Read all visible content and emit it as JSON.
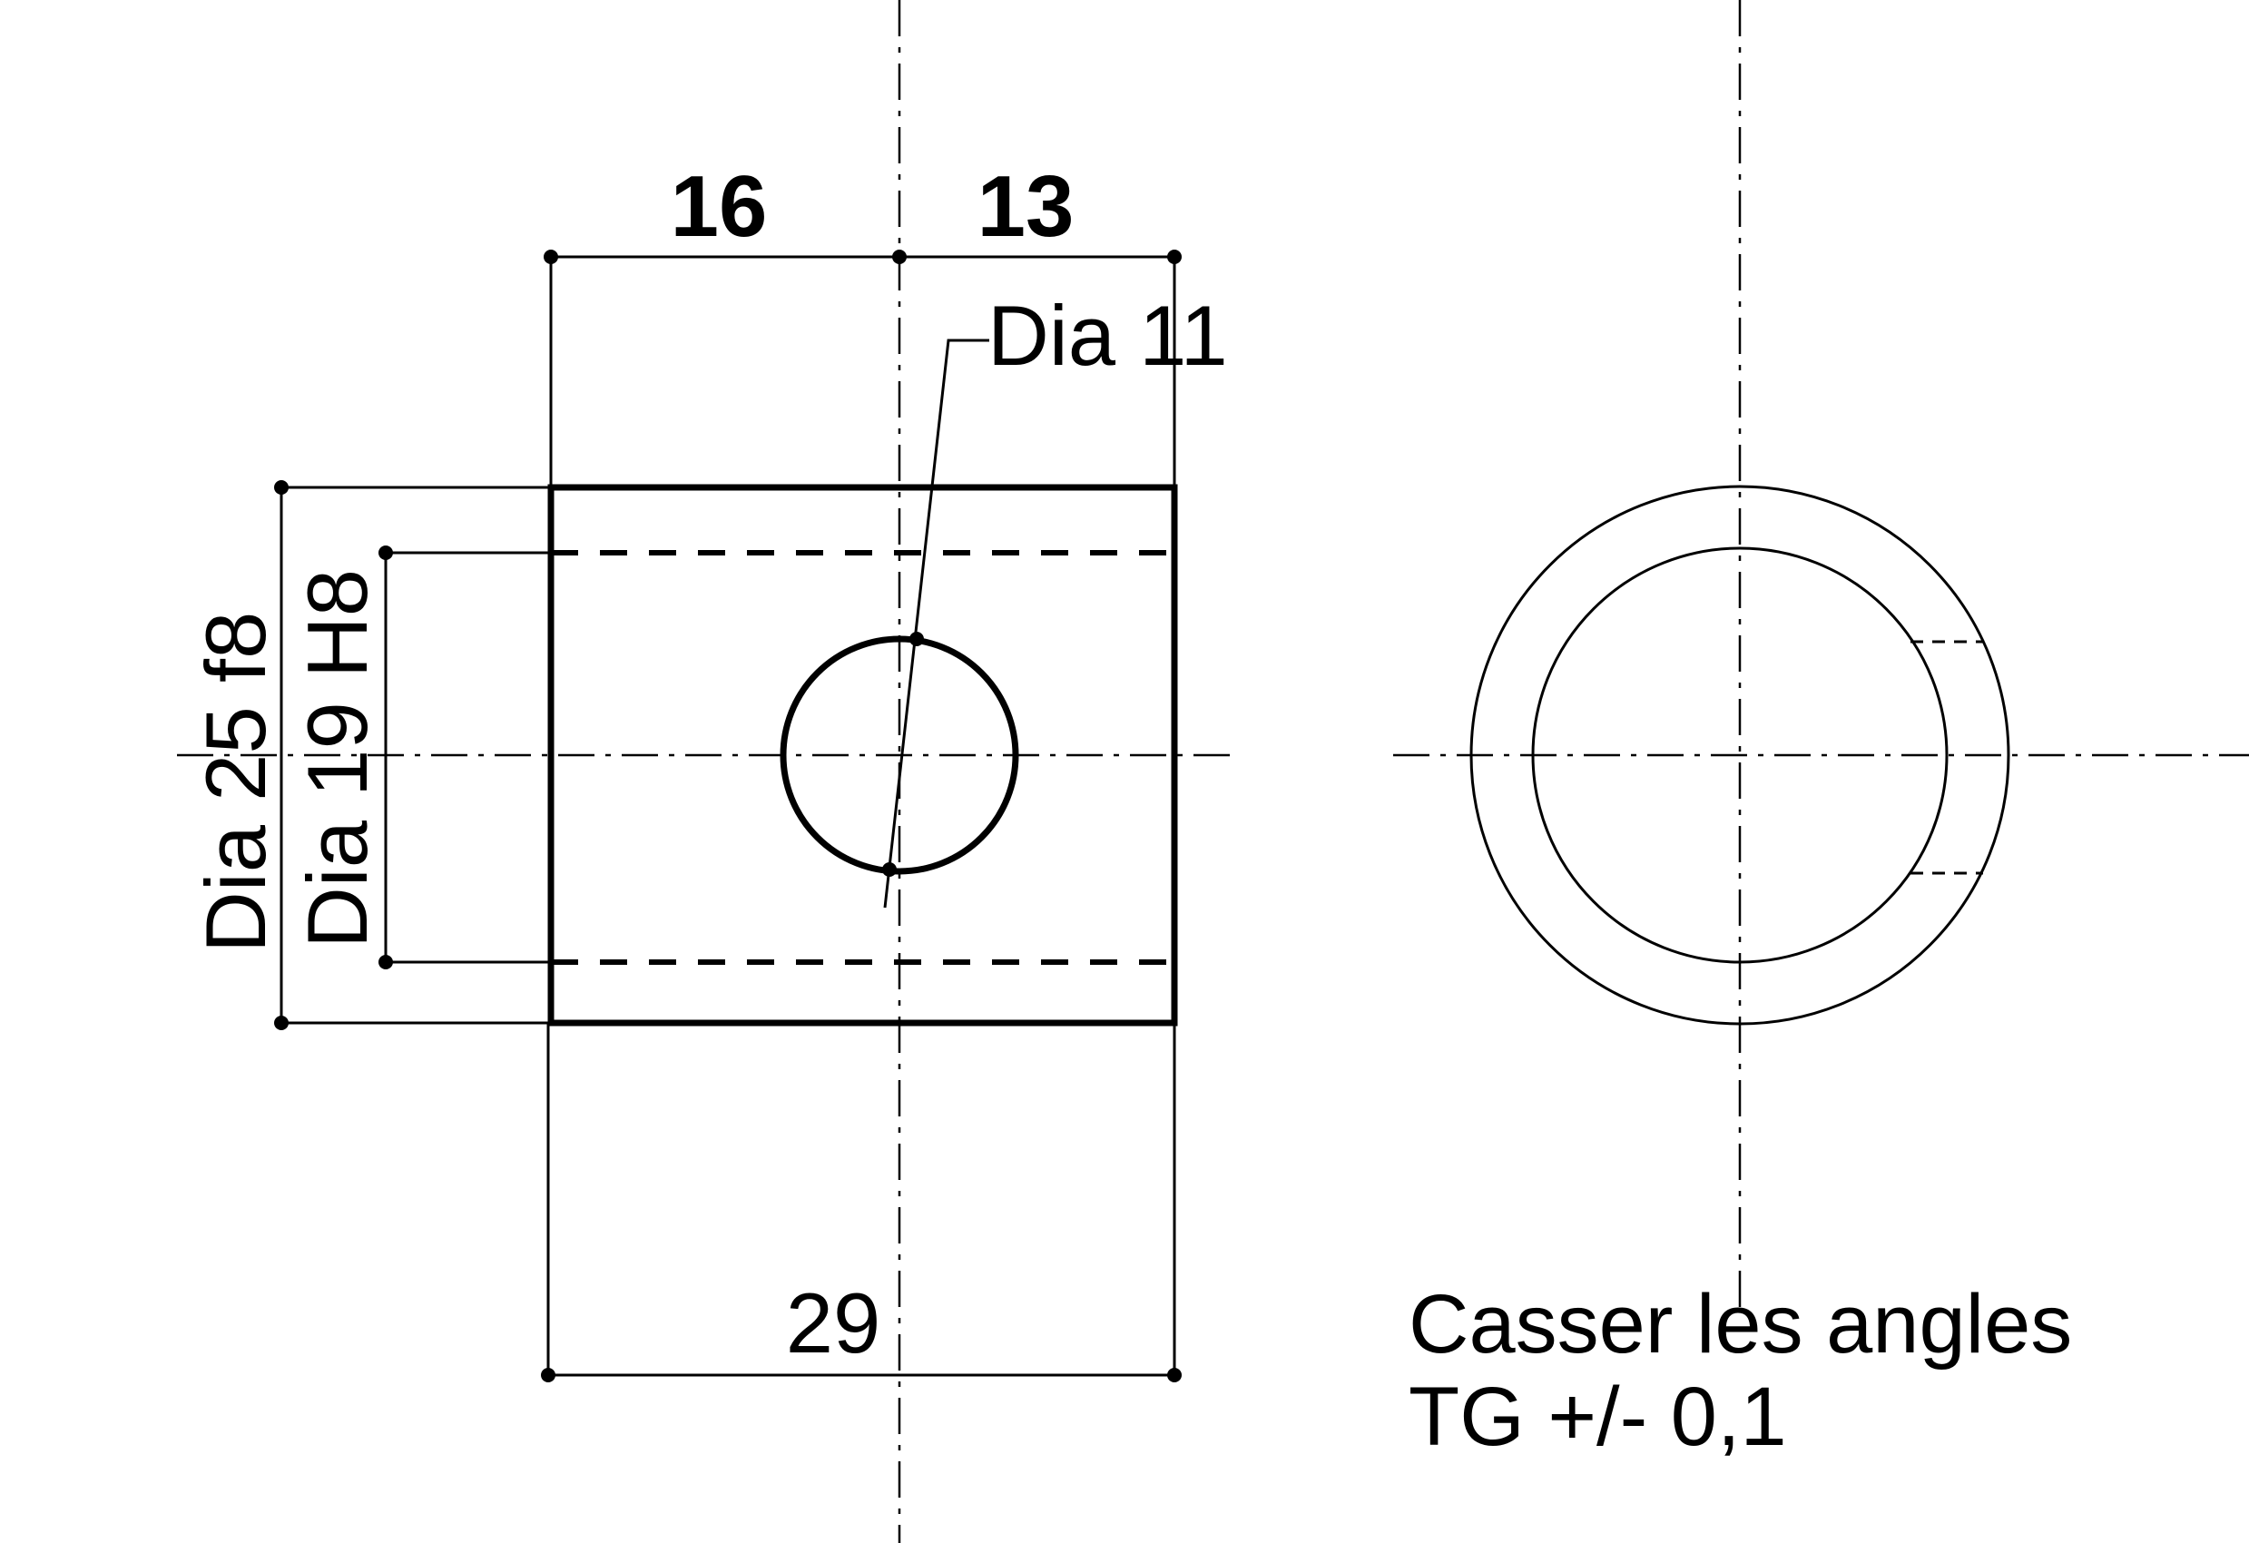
{
  "drawing": {
    "front_view": {
      "dimensions": {
        "left_offset": "16",
        "right_offset": "13",
        "overall_length": "29",
        "cross_hole": "Dia 11",
        "outer_diameter": "Dia 25 f8",
        "bore_diameter": "Dia 19 H8"
      }
    },
    "notes": {
      "line1": "Casser les angles",
      "line2": "TG +/- 0,1"
    }
  }
}
